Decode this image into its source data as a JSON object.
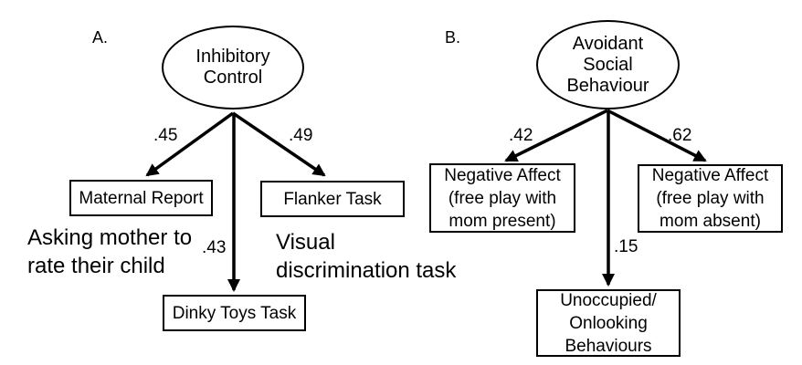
{
  "figure": {
    "background": "#ffffff",
    "ink": "#000000"
  },
  "panelA": {
    "label": "A.",
    "latent": "Inhibitory\nControl",
    "coefficients": {
      "left": ".45",
      "right": ".49",
      "middle": ".43"
    },
    "indicators": {
      "left": "Maternal Report",
      "right": "Flanker Task",
      "bottom": "Dinky Toys Task"
    },
    "annotations": {
      "left": "Asking mother to\nrate their child",
      "right": "Visual\ndiscrimination task"
    }
  },
  "panelB": {
    "label": "B.",
    "latent": "Avoidant\nSocial\nBehaviour",
    "coefficients": {
      "left": ".42",
      "right": ".62",
      "middle": ".15"
    },
    "indicators": {
      "left": "Negative Affect\n(free play with\nmom present)",
      "right": "Negative Affect\n(free play with\nmom absent)",
      "bottom": "Unoccupied/\nOnlooking\nBehaviours"
    }
  }
}
